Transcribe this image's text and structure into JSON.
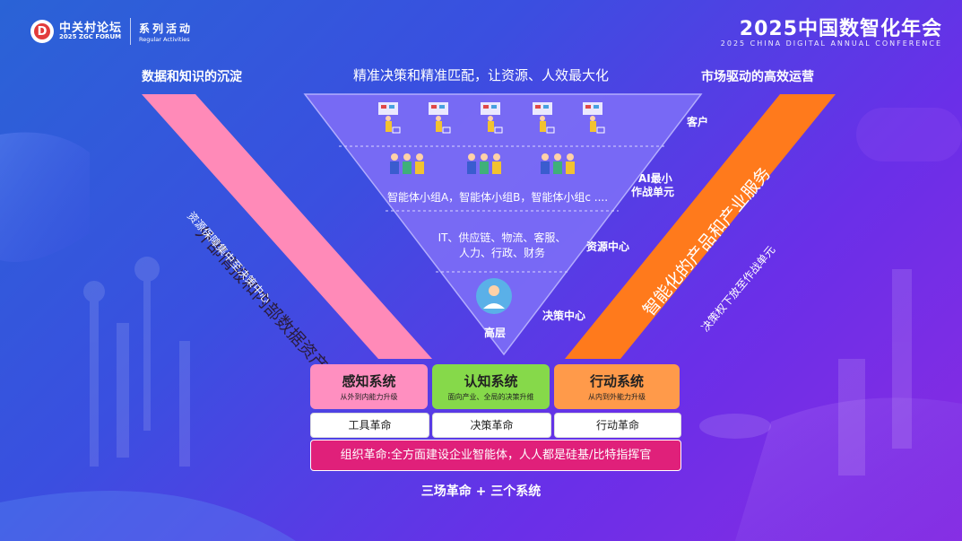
{
  "header": {
    "logo_zh": "中关村论坛",
    "logo_en": "2025 ZGC FORUM",
    "series_zh": "系列活动",
    "series_en": "Regular Activities",
    "conference_title": "2025中国数智化年会",
    "conference_sub": "2025 CHINA DIGITAL ANNUAL CONFERENCE"
  },
  "headlines": {
    "left": "数据和知识的沉淀",
    "center": "精准决策和精准匹配，让资源、人效最大化",
    "right": "市场驱动的高效运营"
  },
  "left_band": {
    "main": "外部情报和内部数据资产",
    "side": "资源保障集中至决策中心"
  },
  "right_band": {
    "main": "智能化的产品和产业服务",
    "side": "决策权下放至作战单元"
  },
  "triangle": {
    "groups_text": "智能体小组A，智能体小组B，智能体小组c ....",
    "resources_text_1": "IT、供应链、物流、客服、",
    "resources_text_2": "人力、行政、财务",
    "top_layer": "高层"
  },
  "side_labels": {
    "customer": "客户",
    "ai_unit_1": "AI最小",
    "ai_unit_2": "作战单元",
    "resource_center": "资源中心",
    "decision_center": "决策中心"
  },
  "systems": [
    {
      "title": "感知系统",
      "sub": "从外到内能力升级",
      "color": "#ff8fc0"
    },
    {
      "title": "认知系统",
      "sub": "面向产业、全局的决策升维",
      "color": "#86d94a"
    },
    {
      "title": "行动系统",
      "sub": "从内到外能力升级",
      "color": "#ff9a4a"
    }
  ],
  "revolutions": [
    "工具革命",
    "决策革命",
    "行动革命"
  ],
  "org_revolution": "组织革命:全方面建设企业智能体，人人都是硅基/比特指挥官",
  "bottom_title": "三场革命 + 三个系统",
  "icons": {
    "customer_icon": "shopper-icon",
    "team_icon": "people-group-icon",
    "leader_icon": "executive-icon"
  }
}
